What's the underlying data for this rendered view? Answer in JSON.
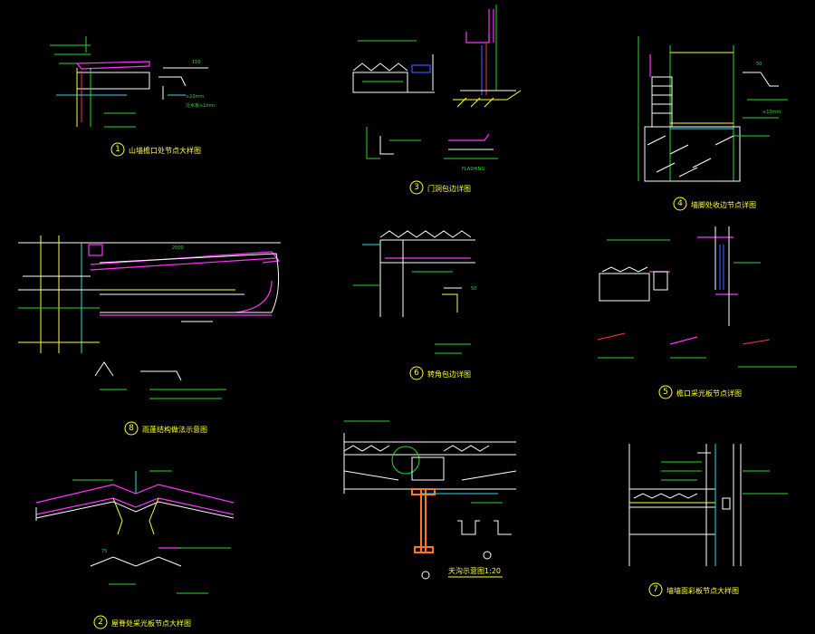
{
  "details": [
    {
      "number": "1",
      "title": "山墙檐口处节点大样图"
    },
    {
      "number": "2",
      "title": "屋脊处采光板节点大样图"
    },
    {
      "number": "3",
      "title": "门洞包边详图"
    },
    {
      "number": "4",
      "title": "墙脚处收边节点详图"
    },
    {
      "number": "5",
      "title": "檐口采光板节点详图"
    },
    {
      "number": "6",
      "title": "转角包边详图"
    },
    {
      "number": "7",
      "title": "墙墙面彩板节点大样图"
    },
    {
      "number": "8",
      "title": "雨蓬结构做法示意图"
    }
  ],
  "section_label": {
    "text": "天沟示意图",
    "scale": "1:20"
  },
  "palette": {
    "background": "#000000",
    "title_text": "#ffff33",
    "annotation": "#2dd62d",
    "outline": "#ffffff",
    "panel": "#ff33ff",
    "steel": "#ff3333",
    "member": "#3355ff",
    "dimension": "#33dddd"
  }
}
